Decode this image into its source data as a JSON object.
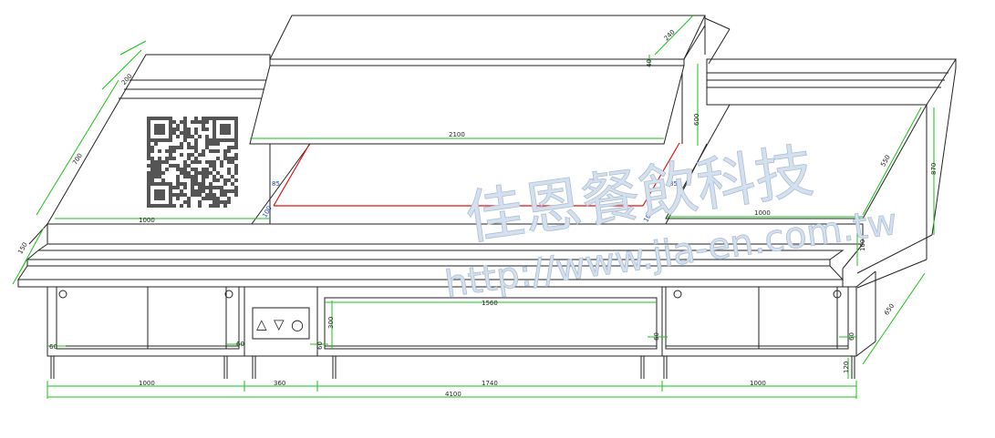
{
  "watermark": {
    "company": "佳恩餐飲科技",
    "url": "http://www.jia-en.com.tw"
  },
  "qr_code": "qr-code",
  "control_panel": {
    "symbols": [
      "△",
      "▽",
      "○"
    ]
  },
  "dimensions": {
    "hood_width": "2100",
    "hood_depth": "240",
    "hood_lip": "40",
    "hood_height": "600",
    "left_top_width": "1000",
    "right_top_width": "1000",
    "left_depth_back": "200",
    "left_depth_mid": "700",
    "left_depth_front": "150",
    "right_depth": "550",
    "right_height": "870",
    "well_left": "85",
    "well_right": "85",
    "well_left_low": "100",
    "well_right_low": "100",
    "front_band_height": "100",
    "door_width": "1560",
    "door_height": "300",
    "left_foot_gap": "60",
    "left_foot_gap2": "60",
    "center_gap_left": "60",
    "center_gap_right": "60",
    "right_foot_gap": "60",
    "leg_height": "120",
    "base_depth": "650",
    "bottom_left": "1000",
    "bottom_panel": "360",
    "bottom_center": "1740",
    "bottom_right": "1000",
    "total_length": "4100"
  }
}
